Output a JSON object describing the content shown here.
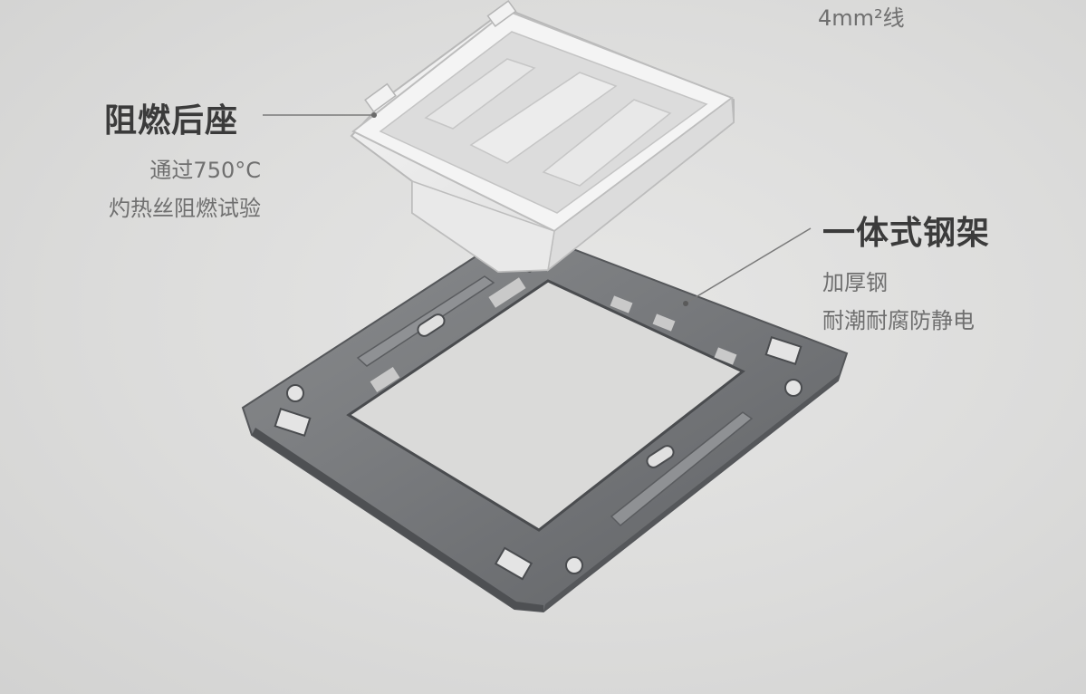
{
  "top_spec": {
    "wire_spec": "4mm²线"
  },
  "callouts": {
    "back_seat": {
      "title": "阻燃后座",
      "lines": [
        "通过750°C",
        "灼热丝阻燃试验"
      ]
    },
    "steel_frame": {
      "title": "一体式钢架",
      "lines": [
        "加厚钢",
        "耐潮耐腐防静电"
      ]
    }
  },
  "colors": {
    "background": "#dcdcdb",
    "title_text": "#3b3b3b",
    "body_text": "#6f6f6f",
    "steel": "#7a7c7e",
    "plastic": "#eeeeee"
  }
}
